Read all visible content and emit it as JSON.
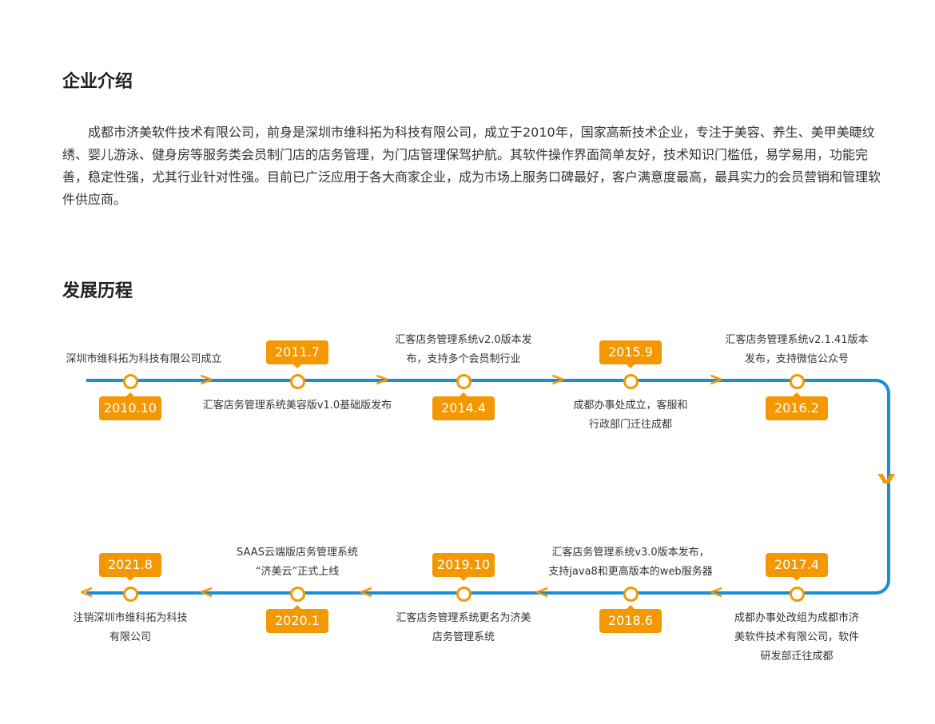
{
  "intro": {
    "title": "企业介绍",
    "text": "成都市济美软件技术有限公司，前身是深圳市维科拓为科技有限公司，成立于2010年，国家高新技术企业，专注于美容、养生、美甲美睫纹绣、婴儿游泳、健身房等服务类会员制门店的店务管理，为门店管理保驾护航。其软件操作界面简单友好，技术知识门槛低，易学易用，功能完善，稳定性强，尤其行业针对性强。目前已广泛应用于各大商家企业，成为市场上服务口碑最好，客户满意度最高，最具实力的会员营销和管理软件供应商。"
  },
  "history": {
    "title": "发展历程",
    "events": [
      {
        "date": "2010.10",
        "text": [
          "深圳市维科拓为科技有限公司成立"
        ]
      },
      {
        "date": "2011.7",
        "text": [
          "汇客店务管理系统美容版v1.0基础版发布"
        ]
      },
      {
        "date": "2014.4",
        "text": [
          "汇客店务管理系统v2.0版本发",
          "布，支持多个会员制行业"
        ]
      },
      {
        "date": "2015.9",
        "text": [
          "成都办事处成立，客服和",
          "行政部门迁往成都"
        ]
      },
      {
        "date": "2016.2",
        "text": [
          "汇客店务管理系统v2.1.41版本",
          "发布，支持微信公众号"
        ]
      },
      {
        "date": "2017.4",
        "text": [
          "成都办事处改组为成都市济",
          "美软件技术有限公司，软件",
          "研发部迁往成都"
        ]
      },
      {
        "date": "2018.6",
        "text": [
          "汇客店务管理系统v3.0版本发布，",
          "支持java8和更高版本的web服务器"
        ]
      },
      {
        "date": "2019.10",
        "text": [
          "汇客店务管理系统更名为济美",
          "店务管理系统"
        ]
      },
      {
        "date": "2020.1",
        "text": [
          "SAAS云端版店务管理系统",
          "“济美云”正式上线"
        ]
      },
      {
        "date": "2021.8",
        "text": [
          "注销深圳市维科拓为科技",
          "有限公司"
        ]
      }
    ]
  },
  "colors": {
    "line": "#1a8fd8",
    "accent": "#f39800"
  }
}
